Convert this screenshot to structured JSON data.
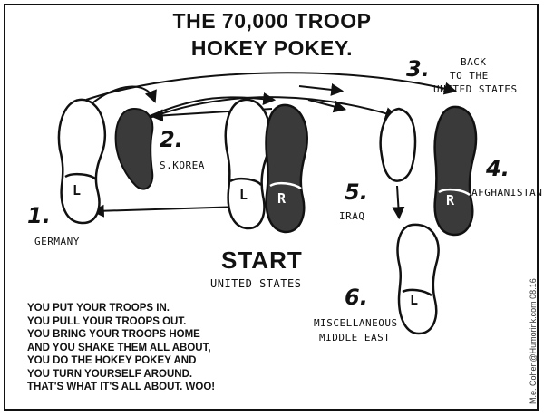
{
  "title": {
    "line1": "THE 70,000 TROOP",
    "line2": "HOKEY POKEY."
  },
  "steps": {
    "step1": {
      "number": "1.",
      "label": "GERMANY"
    },
    "step2": {
      "number": "2.",
      "label": "S.KOREA"
    },
    "step3": {
      "number": "3.",
      "label_line1": "BACK",
      "label_line2": "TO THE",
      "label_line3": "UNITED STATES"
    },
    "step4": {
      "number": "4.",
      "label": "AFGHANISTAN"
    },
    "step5": {
      "number": "5.",
      "label": "IRAQ"
    },
    "step6": {
      "number": "6.",
      "label_line1": "MISCELLANEOUS",
      "label_line2": "MIDDLE EAST"
    }
  },
  "start": {
    "word": "START",
    "label": "UNITED STATES"
  },
  "footprint_letters": {
    "left": "L",
    "right": "R"
  },
  "lyrics": [
    "YOU PUT YOUR TROOPS IN.",
    "YOU PULL YOUR TROOPS OUT.",
    "YOU BRING YOUR TROOPS HOME",
    "AND YOU SHAKE THEM ALL ABOUT,",
    "YOU DO THE HOKEY POKEY AND",
    "YOU TURN YOURSELF AROUND.",
    "THAT'S WHAT IT'S ALL ABOUT.  WOO!"
  ],
  "credit": "M.e. Cohen@Humorink.com  08.16",
  "colors": {
    "ink": "#111111",
    "sole_fill": "#3a3a3a",
    "background": "#ffffff"
  }
}
